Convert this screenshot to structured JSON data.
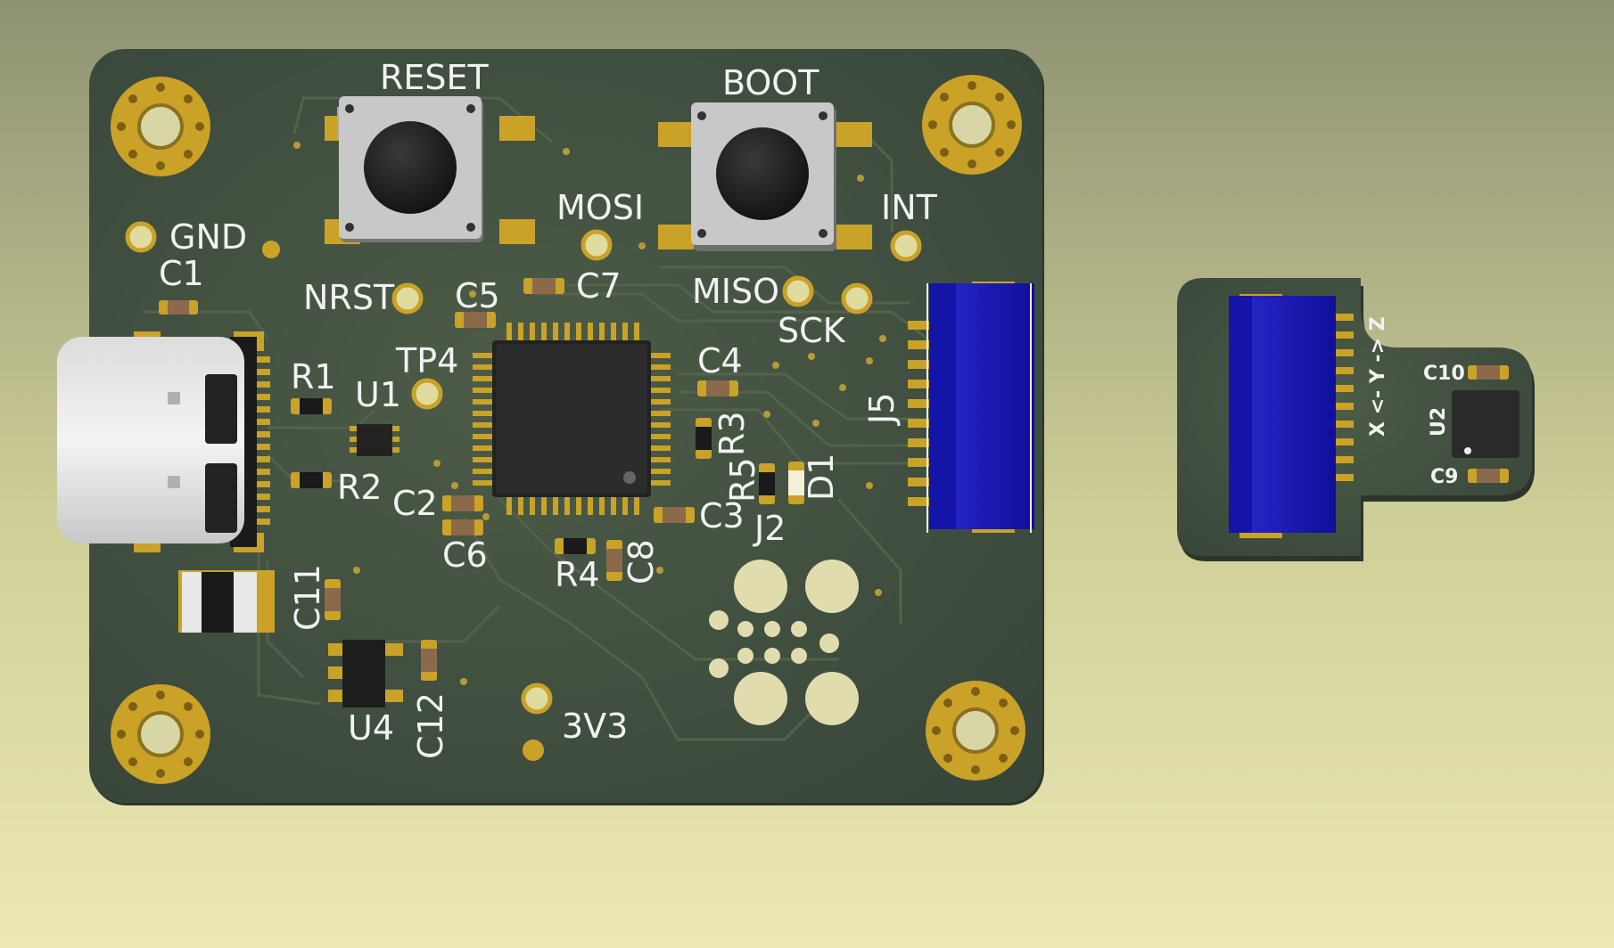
{
  "scene": {
    "background_top": "#8e9272",
    "background_bottom": "#ece8b4",
    "board_color": "#3f4e3a",
    "trace_color": "#4a5a43",
    "pad_gold": "#c9a227",
    "connector_blue": "#1a1ab8"
  },
  "main_board": {
    "labels": {
      "reset": "RESET",
      "boot": "BOOT",
      "gnd": "GND",
      "c1": "C1",
      "nrst": "NRST",
      "c5": "C5",
      "c7": "C7",
      "mosi": "MOSI",
      "miso": "MISO",
      "int": "INT",
      "sck": "SCK",
      "tp4": "TP4",
      "r1": "R1",
      "u1": "U1",
      "r2": "R2",
      "c2": "C2",
      "c6": "C6",
      "c4": "C4",
      "r3": "R3",
      "r5": "R5",
      "d1": "D1",
      "c3": "C3",
      "j2": "J2",
      "j5": "J5",
      "r4": "R4",
      "c8": "C8",
      "c11": "C11",
      "u4": "U4",
      "c12": "C12",
      "v3v3": "3V3"
    }
  },
  "sensor_board": {
    "labels": {
      "c10": "C10",
      "c9": "C9",
      "u2": "U2",
      "axis": "X <- Y -> Z"
    }
  }
}
